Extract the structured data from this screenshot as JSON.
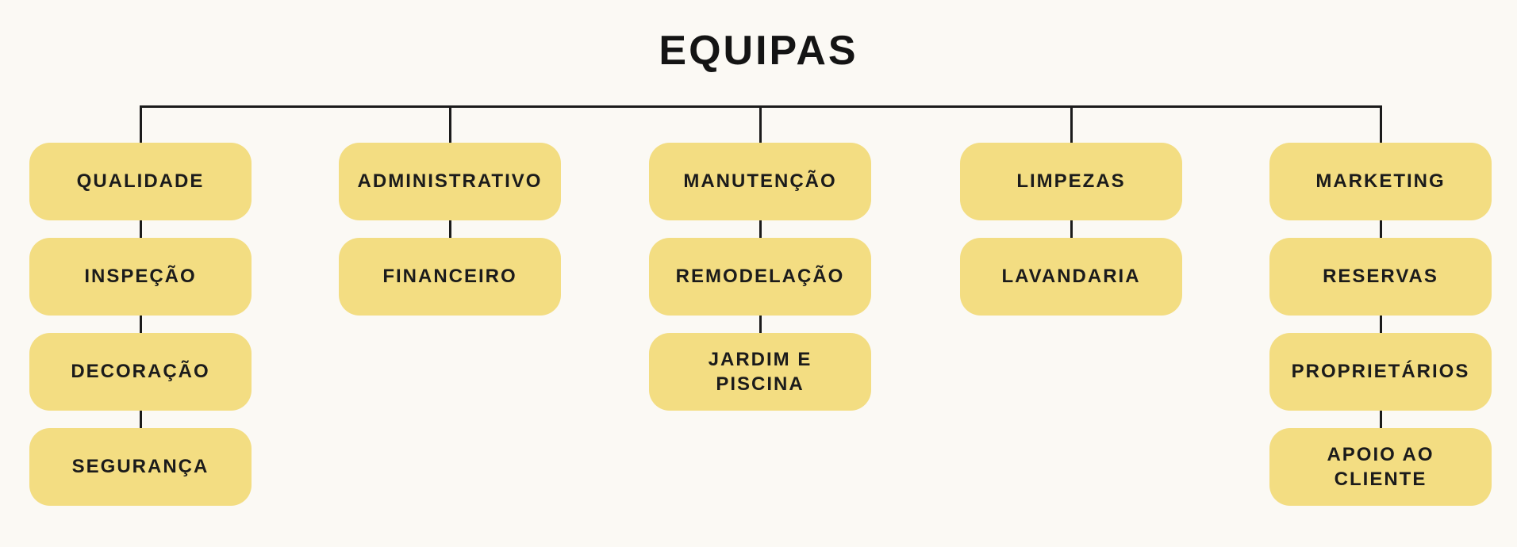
{
  "title": "EQUIPAS",
  "colors": {
    "background": "#FBF9F4",
    "box_fill": "#F3DD82",
    "text": "#1B1B1B",
    "line": "#1B1B1B"
  },
  "chart_data": {
    "type": "org-chart",
    "root": "EQUIPAS",
    "columns": [
      {
        "boxes": [
          "QUALIDADE",
          "INSPEÇÃO",
          "DECORAÇÃO",
          "SEGURANÇA"
        ]
      },
      {
        "boxes": [
          "ADMINISTRATIVO",
          "FINANCEIRO"
        ]
      },
      {
        "boxes": [
          "MANUTENÇÃO",
          "REMODELAÇÃO",
          "JARDIM E\nPISCINA"
        ]
      },
      {
        "boxes": [
          "LIMPEZAS",
          "LAVANDARIA"
        ]
      },
      {
        "boxes": [
          "MARKETING",
          "RESERVAS",
          "PROPRIETÁRIOS",
          "APOIO AO\nCLIENTE"
        ]
      }
    ]
  },
  "columns": [
    {
      "boxes": [
        "QUALIDADE",
        "INSPEÇÃO",
        "DECORAÇÃO",
        "SEGURANÇA"
      ]
    },
    {
      "boxes": [
        "ADMINISTRATIVO",
        "FINANCEIRO"
      ]
    },
    {
      "boxes": [
        "MANUTENÇÃO",
        "REMODELAÇÃO",
        "JARDIM E\nPISCINA"
      ]
    },
    {
      "boxes": [
        "LIMPEZAS",
        "LAVANDARIA"
      ]
    },
    {
      "boxes": [
        "MARKETING",
        "RESERVAS",
        "PROPRIETÁRIOS",
        "APOIO AO\nCLIENTE"
      ]
    }
  ]
}
